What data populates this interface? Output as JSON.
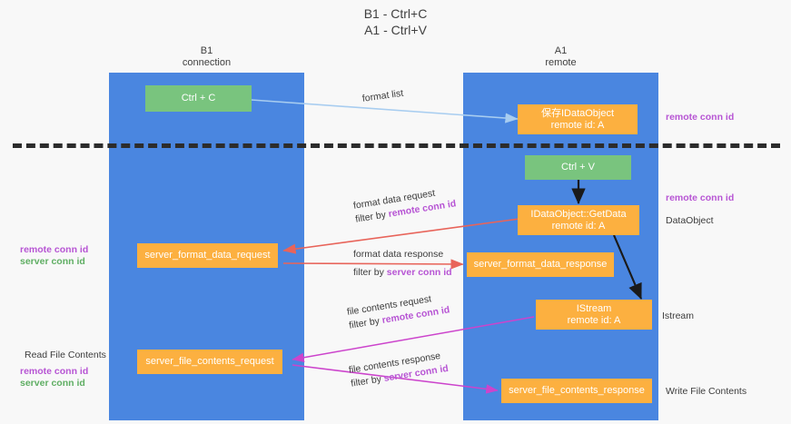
{
  "diagram": {
    "title_line1": "B1 - Ctrl+C",
    "title_line2": "A1 - Ctrl+V",
    "type": "sequence-flow",
    "colors": {
      "lane": "#4a86e0",
      "node_green": "#79c47e",
      "node_orange": "#fcb040",
      "accent_remote_conn": "#b755d4",
      "accent_server_conn": "#5fae63",
      "arrow_format_list": "#a8cdf0",
      "arrow_format_data": "#e8645a",
      "arrow_file_contents": "#cc44cc",
      "arrow_internal": "#1a1a1a",
      "divider": "#2c2c2c",
      "background": "#f8f8f8"
    },
    "lanes": [
      {
        "id": "b1",
        "head_line1": "B1",
        "head_line2": "connection"
      },
      {
        "id": "a1",
        "head_line1": "A1",
        "head_line2": "remote"
      }
    ],
    "nodes": [
      {
        "id": "ctrl-c",
        "lane": "b1",
        "style": "green",
        "line1": "Ctrl + C",
        "line2": ""
      },
      {
        "id": "save-idataobject",
        "lane": "a1",
        "style": "orange",
        "line1": "保存IDataObject",
        "line2": "remote id: A"
      },
      {
        "id": "ctrl-v",
        "lane": "a1",
        "style": "green",
        "line1": "Ctrl + V",
        "line2": ""
      },
      {
        "id": "getdata",
        "lane": "a1",
        "style": "orange",
        "line1": "IDataObject::GetData",
        "line2": "remote id: A"
      },
      {
        "id": "fmt-data-request",
        "lane": "b1",
        "style": "orange",
        "line1": "server_format_data_request",
        "line2": ""
      },
      {
        "id": "fmt-data-response",
        "lane": "a1",
        "style": "orange",
        "line1": "server_format_data_response",
        "line2": ""
      },
      {
        "id": "istream",
        "lane": "a1",
        "style": "orange",
        "line1": "IStream",
        "line2": "remote id: A"
      },
      {
        "id": "file-req",
        "lane": "b1",
        "style": "orange",
        "line1": "server_file_contents_request",
        "line2": ""
      },
      {
        "id": "file-resp",
        "lane": "a1",
        "style": "orange",
        "line1": "server_file_contents_response",
        "line2": ""
      }
    ],
    "edges": [
      {
        "id": "format-list",
        "line1": "format list",
        "line2_prefix": "",
        "line2_hl": ""
      },
      {
        "id": "format-data-request",
        "line1": "format data request",
        "line2_prefix": "filter by ",
        "line2_hl": "remote conn id"
      },
      {
        "id": "format-data-response",
        "line1": "format data response",
        "line2_prefix": "filter by ",
        "line2_hl": "server conn id"
      },
      {
        "id": "file-contents-request",
        "line1": "file contents request",
        "line2_prefix": "filter by ",
        "line2_hl": "remote conn id"
      },
      {
        "id": "file-contents-response",
        "line1": "file contents response",
        "line2_prefix": "filter by ",
        "line2_hl": "server conn id"
      }
    ],
    "right_labels": [
      {
        "id": "rl-remote-conn-top",
        "text": "remote conn id",
        "tone": "purple"
      },
      {
        "id": "rl-remote-conn-mid",
        "text": "remote conn id",
        "tone": "purple"
      },
      {
        "id": "rl-dataobject",
        "text": "DataObject",
        "tone": "dark"
      },
      {
        "id": "rl-istream",
        "text": "Istream",
        "tone": "dark"
      },
      {
        "id": "rl-write-file",
        "text": "Write File Contents",
        "tone": "dark"
      }
    ],
    "left_labels": [
      {
        "id": "ll-remote-conn-mid",
        "text": "remote conn id",
        "tone": "purple"
      },
      {
        "id": "ll-server-conn-mid",
        "text": "server conn id",
        "tone": "green"
      },
      {
        "id": "ll-read-file",
        "text": "Read File Contents",
        "tone": "dark"
      },
      {
        "id": "ll-remote-conn-bot",
        "text": "remote conn id",
        "tone": "purple"
      },
      {
        "id": "ll-server-conn-bot",
        "text": "server conn id",
        "tone": "green"
      }
    ]
  }
}
